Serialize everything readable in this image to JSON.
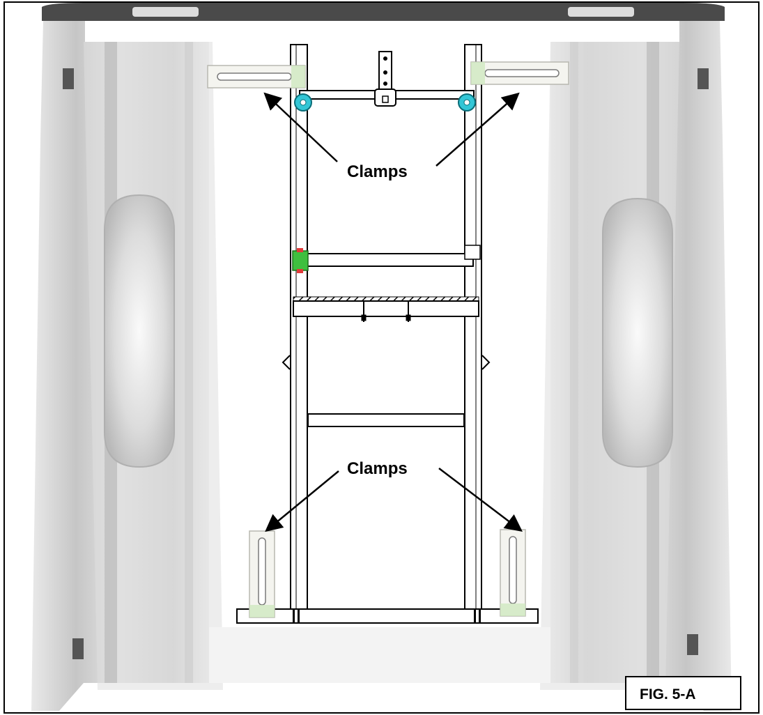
{
  "figure": {
    "clamps_label_top": "Clamps",
    "clamps_label_bottom": "Clamps",
    "figure_number": "FIG. 5-A"
  },
  "colors": {
    "frame_stroke": "#000000",
    "bed_gray": "#d8d8d8",
    "clamp_fill": "#f4f4ef",
    "clamp_accent": "#cfe8c0",
    "roller": "#33c6d6",
    "latch_green": "#3fbf3f",
    "latch_red": "#e23a3a"
  }
}
